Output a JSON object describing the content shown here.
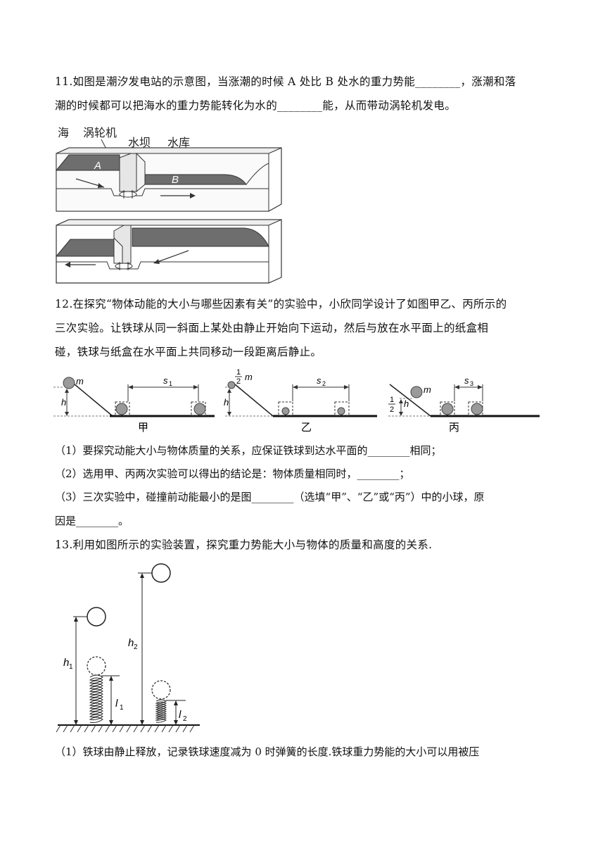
{
  "q11": {
    "line1": "11.如图是潮汐发电站的示意图，当涨潮的时候 A 处比 B 处水的重力势能________，涨潮和落",
    "line2": "潮的时候都可以把海水的重力势能转化为水的________能，从而带动涡轮机发电。",
    "figure": {
      "label_sea": "海",
      "label_turbine": "涡轮机",
      "label_dam": "水坝",
      "label_reservoir": "水库",
      "label_a": "A",
      "label_b": "B"
    }
  },
  "q12": {
    "line1": "12.在探究“物体动能的大小与哪些因素有关”的实验中，小欣同学设计了如图甲乙、丙所示的",
    "line2": "三次实验。让铁球从同一斜面上某处由静止开始向下运动，然后与放在水平面上的纸盒相",
    "line3": "碰，铁球与纸盒在水平面上共同移动一段距离后静止。",
    "figure": {
      "jia": {
        "caption": "甲",
        "mass": "m",
        "height": "h",
        "dist": "s",
        "dist_sub": "1"
      },
      "yi": {
        "caption": "乙",
        "mass_num": "1",
        "mass_den": "2",
        "mass": "m",
        "height": "h",
        "dist": "s",
        "dist_sub": "2"
      },
      "bing": {
        "caption": "丙",
        "mass": "m",
        "h_num": "1",
        "h_den": "2",
        "height": "h",
        "dist": "s",
        "dist_sub": "3"
      }
    },
    "sub1": "（1）要探究动能大小与物体质量的关系，应保证铁球到达水平面的________相同；",
    "sub2": "（2）选用甲、丙两次实验可以得出的结论是：物体质量相同时，________；",
    "sub3a": "（3）三次实验中，碰撞前动能最小的是图________（选填“甲”、“乙”或“丙”）中的小球，原",
    "sub3b": "因是________。"
  },
  "q13": {
    "line1": "13.利用如图所示的实验装置，探究重力势能大小与物体的质量和高度的关系.",
    "figure": {
      "h1": "h",
      "h1_sub": "1",
      "h2": "h",
      "h2_sub": "2",
      "l1": "l",
      "l1_sub": "1",
      "l2": "l",
      "l2_sub": "2"
    },
    "sub1": "（1）铁球由静止释放，记录铁球速度减为 0 时弹簧的长度.铁球重力势能的大小可以用被压"
  }
}
